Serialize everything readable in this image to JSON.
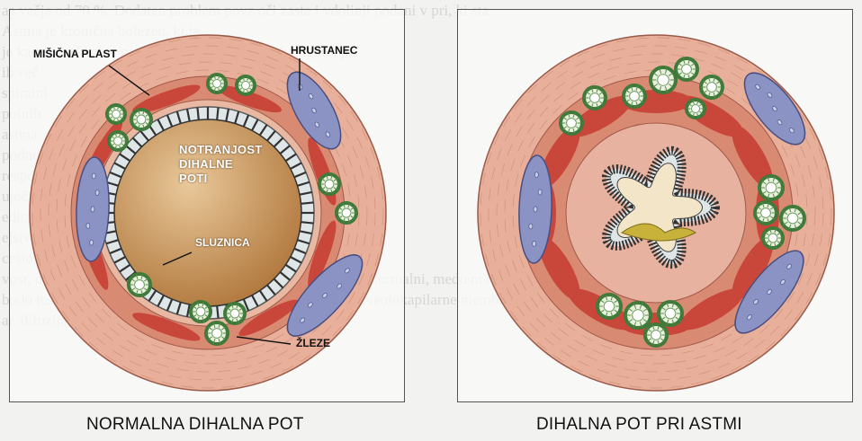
{
  "background_text": [
    "aa večje od 70 %. Dodaten problem povz oči zaste i vdolinji podani v pri, ki sta",
    "Astma je kronična bolezen, ki je",
    "je kateri se dihalne poti krčijo in je pretok zraka ugoto, pri",
    "ih več",
    "spiralni",
    "polnih",
    "astma",
    "podno",
    "respo",
    "ujoč",
    "edicim",
    "ejstvo je",
    "cestov. Io",
    "vost, distribucija ventilacije, ipd.) bodo pri astmi pogosto nenormalni, medtem ko",
    "bodo testi, ki ocenjujejo sposobnost prenosa kisika preko alveolokapilarne membrane",
    "ar. difuzija ali transfer kisika, plinske a..."
  ],
  "diagrams": {
    "normal": {
      "caption": "NORMALNA DIHALNA POT",
      "labels": {
        "muscle": "MIŠIČNA PLAST",
        "cartilage": "HRUSTANEC",
        "lumen": [
          "NOTRANJOST",
          "DIHALNE",
          "POTI"
        ],
        "mucosa": "SLUZNICA",
        "glands": "ŽLEZE"
      }
    },
    "asthma": {
      "caption": "DIHALNA POT PRI ASTMI"
    }
  },
  "colors": {
    "outer_ring": "#e8b09a",
    "muscle": "#c8463a",
    "inner_ring": "#d98a72",
    "lumen_normal": "#b0773c",
    "cartilage": "#8a93c4",
    "gland": "#e6f0dc",
    "gland_ring": "#3f7a3a",
    "mucus": "#c9b23a",
    "epithelium": "#dfe6e8"
  }
}
